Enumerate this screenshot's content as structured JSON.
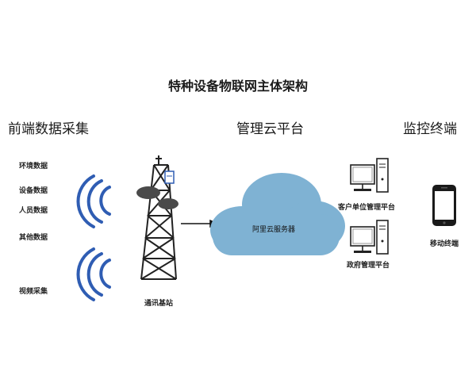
{
  "title": "特种设备物联网主体架构",
  "front": {
    "heading": "前端数据采集",
    "items": [
      "环境数据",
      "设备数据",
      "人员数据",
      "其他数据",
      "视频采集"
    ]
  },
  "cloud": {
    "heading": "管理云平台",
    "server_label": "阿里云服务器"
  },
  "monitor": {
    "heading": "监控终端",
    "enterprise_label": "客户单位管理平台",
    "government_label": "政府管理平台",
    "mobile_label": "移动终端"
  },
  "tower_label": "通讯基站",
  "colors": {
    "wave": "#2f5db3",
    "cloud": "#7fb2d3",
    "tower": "#222222"
  }
}
